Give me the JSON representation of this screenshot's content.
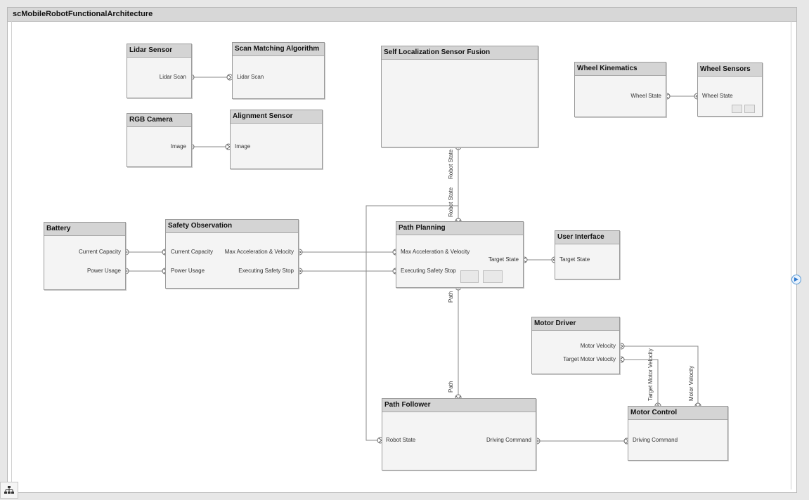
{
  "title": "scMobileRobotFunctionalArchitecture",
  "components": {
    "lidar_sensor": {
      "title": "Lidar Sensor",
      "out_port": "Lidar Scan"
    },
    "scan_matching": {
      "title": "Scan Matching Algorithm",
      "in_port": "Lidar Scan"
    },
    "rgb_camera": {
      "title": "RGB Camera",
      "out_port": "Image"
    },
    "alignment_sensor": {
      "title": "Alignment Sensor",
      "in_port": "Image"
    },
    "self_localization": {
      "title": "Self Localization Sensor Fusion",
      "out_port": "Robot State"
    },
    "wheel_kinematics": {
      "title": "Wheel Kinematics",
      "port": "Wheel State"
    },
    "wheel_sensors": {
      "title": "Wheel Sensors",
      "port": "Wheel State"
    },
    "battery": {
      "title": "Battery",
      "ports": [
        "Current Capacity",
        "Power Usage"
      ]
    },
    "safety_observation": {
      "title": "Safety Observation",
      "in_ports": [
        "Current Capacity",
        "Power Usage"
      ],
      "out_ports": [
        "Max Acceleration & Velocity",
        "Executing Safety Stop"
      ]
    },
    "path_planning": {
      "title": "Path Planning",
      "in_ports": [
        "Max Acceleration & Velocity",
        "Executing Safety Stop"
      ],
      "top_port": "Robot State",
      "right_port": "Target State",
      "bottom_port": "Path"
    },
    "user_interface": {
      "title": "User Interface",
      "port": "Target State"
    },
    "motor_driver": {
      "title": "Motor Driver",
      "ports": [
        "Motor Velocity",
        "Target Motor Velocity"
      ]
    },
    "path_follower": {
      "title": "Path Follower",
      "top_port": "Path",
      "in_port": "Robot State",
      "out_port": "Driving Command"
    },
    "motor_control": {
      "title": "Motor Control",
      "in_port": "Driving Command",
      "top_ports": [
        "Target Motor Velocity",
        "Motor Velocity"
      ]
    }
  }
}
